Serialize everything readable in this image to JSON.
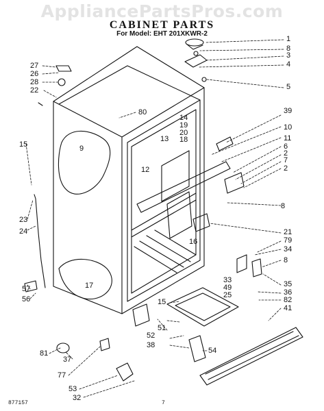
{
  "watermark": "AppliancePartsPros.com",
  "title": "CABINET PARTS",
  "subtitle": "For Model: EHT 201XKWR-2",
  "footer": {
    "code": "877157",
    "page": "7"
  },
  "callouts": [
    {
      "id": "1",
      "text": "1"
    },
    {
      "id": "8a",
      "text": "8"
    },
    {
      "id": "3",
      "text": "3"
    },
    {
      "id": "4",
      "text": "4"
    },
    {
      "id": "5",
      "text": "5"
    },
    {
      "id": "27",
      "text": "27"
    },
    {
      "id": "26",
      "text": "26"
    },
    {
      "id": "28",
      "text": "28"
    },
    {
      "id": "22",
      "text": "22"
    },
    {
      "id": "80",
      "text": "80"
    },
    {
      "id": "39",
      "text": "39"
    },
    {
      "id": "14",
      "text": "14"
    },
    {
      "id": "19",
      "text": "19"
    },
    {
      "id": "20",
      "text": "20"
    },
    {
      "id": "18",
      "text": "18"
    },
    {
      "id": "13",
      "text": "13"
    },
    {
      "id": "10",
      "text": "10"
    },
    {
      "id": "11",
      "text": "11"
    },
    {
      "id": "6",
      "text": "6"
    },
    {
      "id": "2a",
      "text": "2"
    },
    {
      "id": "7",
      "text": "7"
    },
    {
      "id": "2b",
      "text": "2"
    },
    {
      "id": "15a",
      "text": "15"
    },
    {
      "id": "9",
      "text": "9"
    },
    {
      "id": "12",
      "text": "12"
    },
    {
      "id": "8b",
      "text": "8"
    },
    {
      "id": "23",
      "text": "23"
    },
    {
      "id": "24",
      "text": "24"
    },
    {
      "id": "21",
      "text": "21"
    },
    {
      "id": "16",
      "text": "16"
    },
    {
      "id": "79",
      "text": "79"
    },
    {
      "id": "34",
      "text": "34"
    },
    {
      "id": "8c",
      "text": "8"
    },
    {
      "id": "17",
      "text": "17"
    },
    {
      "id": "33",
      "text": "33"
    },
    {
      "id": "49",
      "text": "49"
    },
    {
      "id": "35",
      "text": "35"
    },
    {
      "id": "57",
      "text": "57"
    },
    {
      "id": "25",
      "text": "25"
    },
    {
      "id": "36",
      "text": "36"
    },
    {
      "id": "82",
      "text": "82"
    },
    {
      "id": "56",
      "text": "56"
    },
    {
      "id": "41",
      "text": "41"
    },
    {
      "id": "15b",
      "text": "15"
    },
    {
      "id": "51",
      "text": "51"
    },
    {
      "id": "52",
      "text": "52"
    },
    {
      "id": "81",
      "text": "81"
    },
    {
      "id": "38",
      "text": "38"
    },
    {
      "id": "37",
      "text": "37"
    },
    {
      "id": "54",
      "text": "54"
    },
    {
      "id": "77",
      "text": "77"
    },
    {
      "id": "53",
      "text": "53"
    },
    {
      "id": "32",
      "text": "32"
    }
  ]
}
